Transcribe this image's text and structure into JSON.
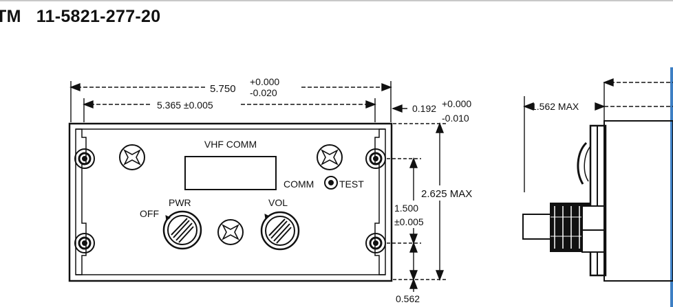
{
  "header": {
    "tm_label": "TM",
    "tm_number": "11-5821-277-20"
  },
  "panel": {
    "title": "VHF COMM",
    "test_label_left": "COMM",
    "test_label_right": "TEST",
    "pwr_label": "PWR",
    "off_label": "OFF",
    "vol_label": "VOL"
  },
  "dimensions": {
    "overall_width": "5.750",
    "overall_tol_plus": "+0.000",
    "overall_tol_minus": "-0.020",
    "hole_spacing": "5.365 ±0.005",
    "edge_offset": "0.192",
    "edge_tol_plus": "+0.000",
    "edge_tol_minus": "-0.010",
    "height": "2.625 MAX",
    "vertical_hole_spacing": "1.500",
    "vertical_hole_tol": "±0.005",
    "bottom_offset": "0.562",
    "depth": "1.562 MAX"
  }
}
